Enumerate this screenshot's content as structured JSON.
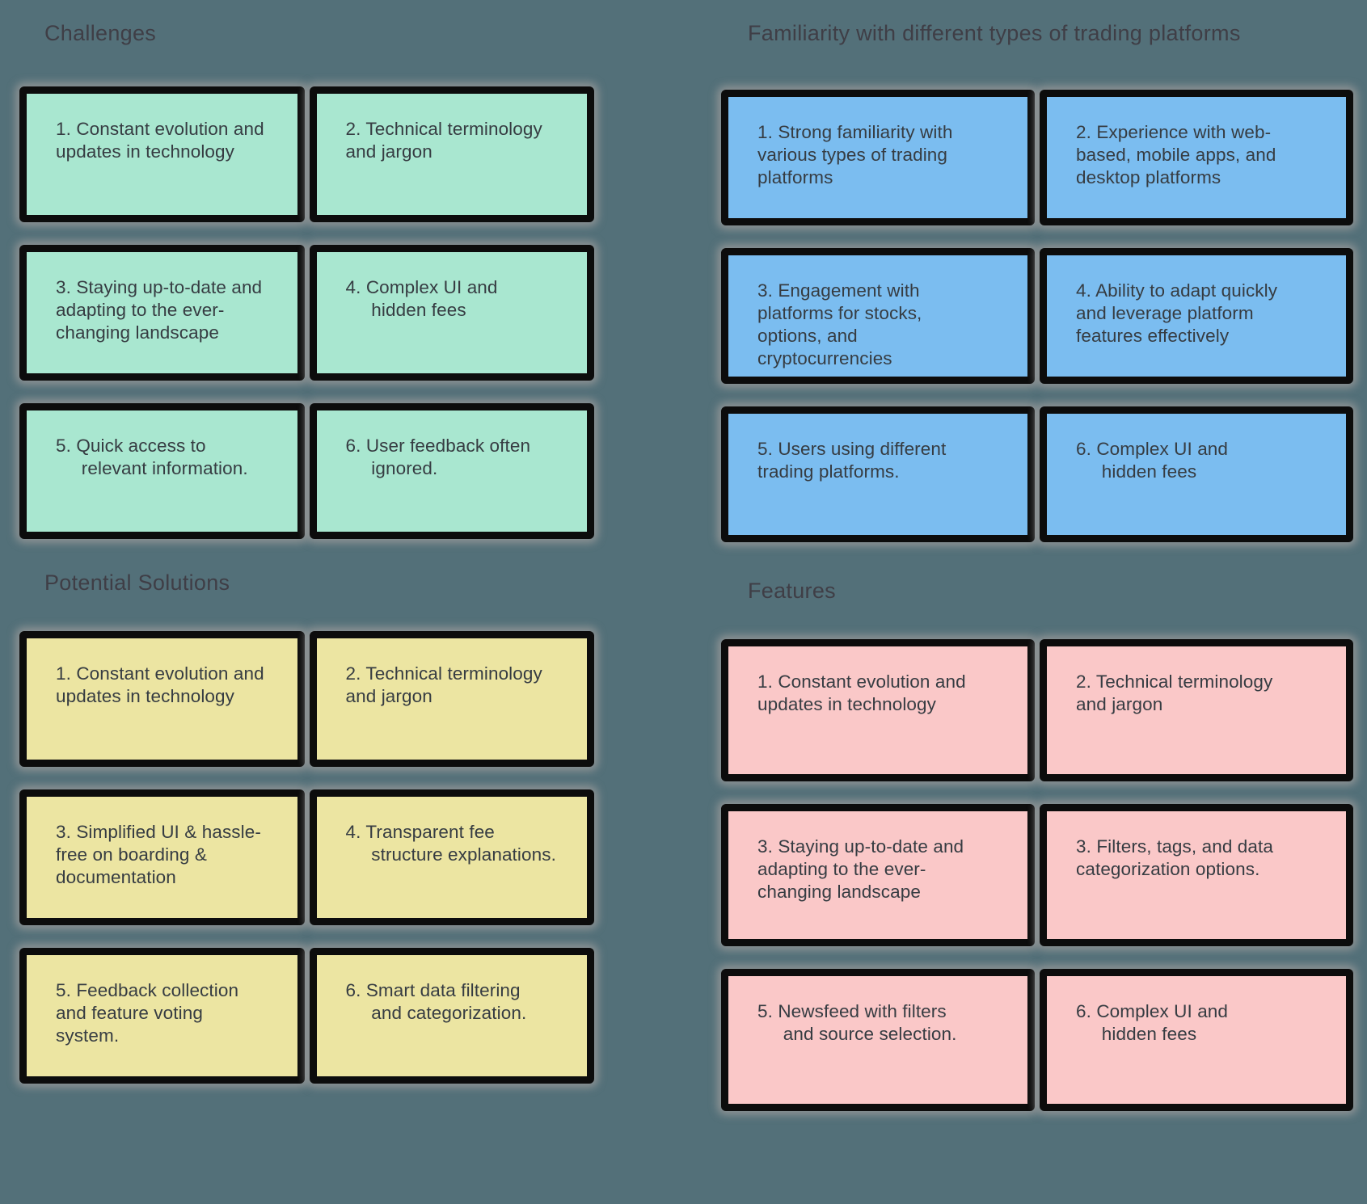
{
  "board": {
    "background_color": "#537079",
    "card_border_color": "#0c0c0c",
    "glow_color": "#9a9a9a",
    "title_color": "#3e3a42",
    "card_text_color": "#363c42"
  },
  "quadrants": [
    {
      "id": "challenges",
      "title": "Challenges",
      "card_color": "#a9e7d0",
      "cards": [
        {
          "text": "1. Constant evolution and\nupdates in technology"
        },
        {
          "text": "2. Technical terminology\nand jargon"
        },
        {
          "text": "3. Staying up-to-date and\nadapting to the ever-\nchanging landscape"
        },
        {
          "text": "4. Complex UI and\n     hidden fees"
        },
        {
          "text": "5. Quick access to\n     relevant information."
        },
        {
          "text": "6. User feedback often\n     ignored."
        }
      ]
    },
    {
      "id": "trading-platform-familiarity",
      "title": "Familiarity with different types of trading platforms",
      "card_color": "#7bbdf0",
      "cards": [
        {
          "text": "1. Strong familiarity with\nvarious types of trading\nplatforms"
        },
        {
          "text": "2. Experience with web-\nbased, mobile apps, and\ndesktop platforms"
        },
        {
          "text": "3. Engagement with\nplatforms for stocks,\noptions, and\ncryptocurrencies"
        },
        {
          "text": "4. Ability to adapt quickly\nand leverage platform\nfeatures effectively"
        },
        {
          "text": "5. Users using different\ntrading platforms."
        },
        {
          "text": "6. Complex UI and\n     hidden fees"
        }
      ]
    },
    {
      "id": "potential-solutions",
      "title": "Potential Solutions",
      "card_color": "#ece5a2",
      "cards": [
        {
          "text": "1. Constant evolution and\nupdates in technology"
        },
        {
          "text": "2. Technical terminology\nand jargon"
        },
        {
          "text": "3. Simplified UI & hassle-\nfree on boarding &\ndocumentation"
        },
        {
          "text": "4. Transparent fee\n     structure explanations."
        },
        {
          "text": "5. Feedback collection\nand feature voting\nsystem."
        },
        {
          "text": "6. Smart data filtering\n     and categorization."
        }
      ]
    },
    {
      "id": "features",
      "title": "Features",
      "card_color": "#fac8c8",
      "cards": [
        {
          "text": "1. Constant evolution and\nupdates in technology"
        },
        {
          "text": "2. Technical terminology\nand jargon"
        },
        {
          "text": "3. Staying up-to-date and\nadapting to the ever-\nchanging landscape"
        },
        {
          "text": "3. Filters, tags, and data\ncategorization options."
        },
        {
          "text": "5. Newsfeed with filters\n     and source selection."
        },
        {
          "text": "6. Complex UI and\n     hidden fees"
        }
      ]
    }
  ]
}
